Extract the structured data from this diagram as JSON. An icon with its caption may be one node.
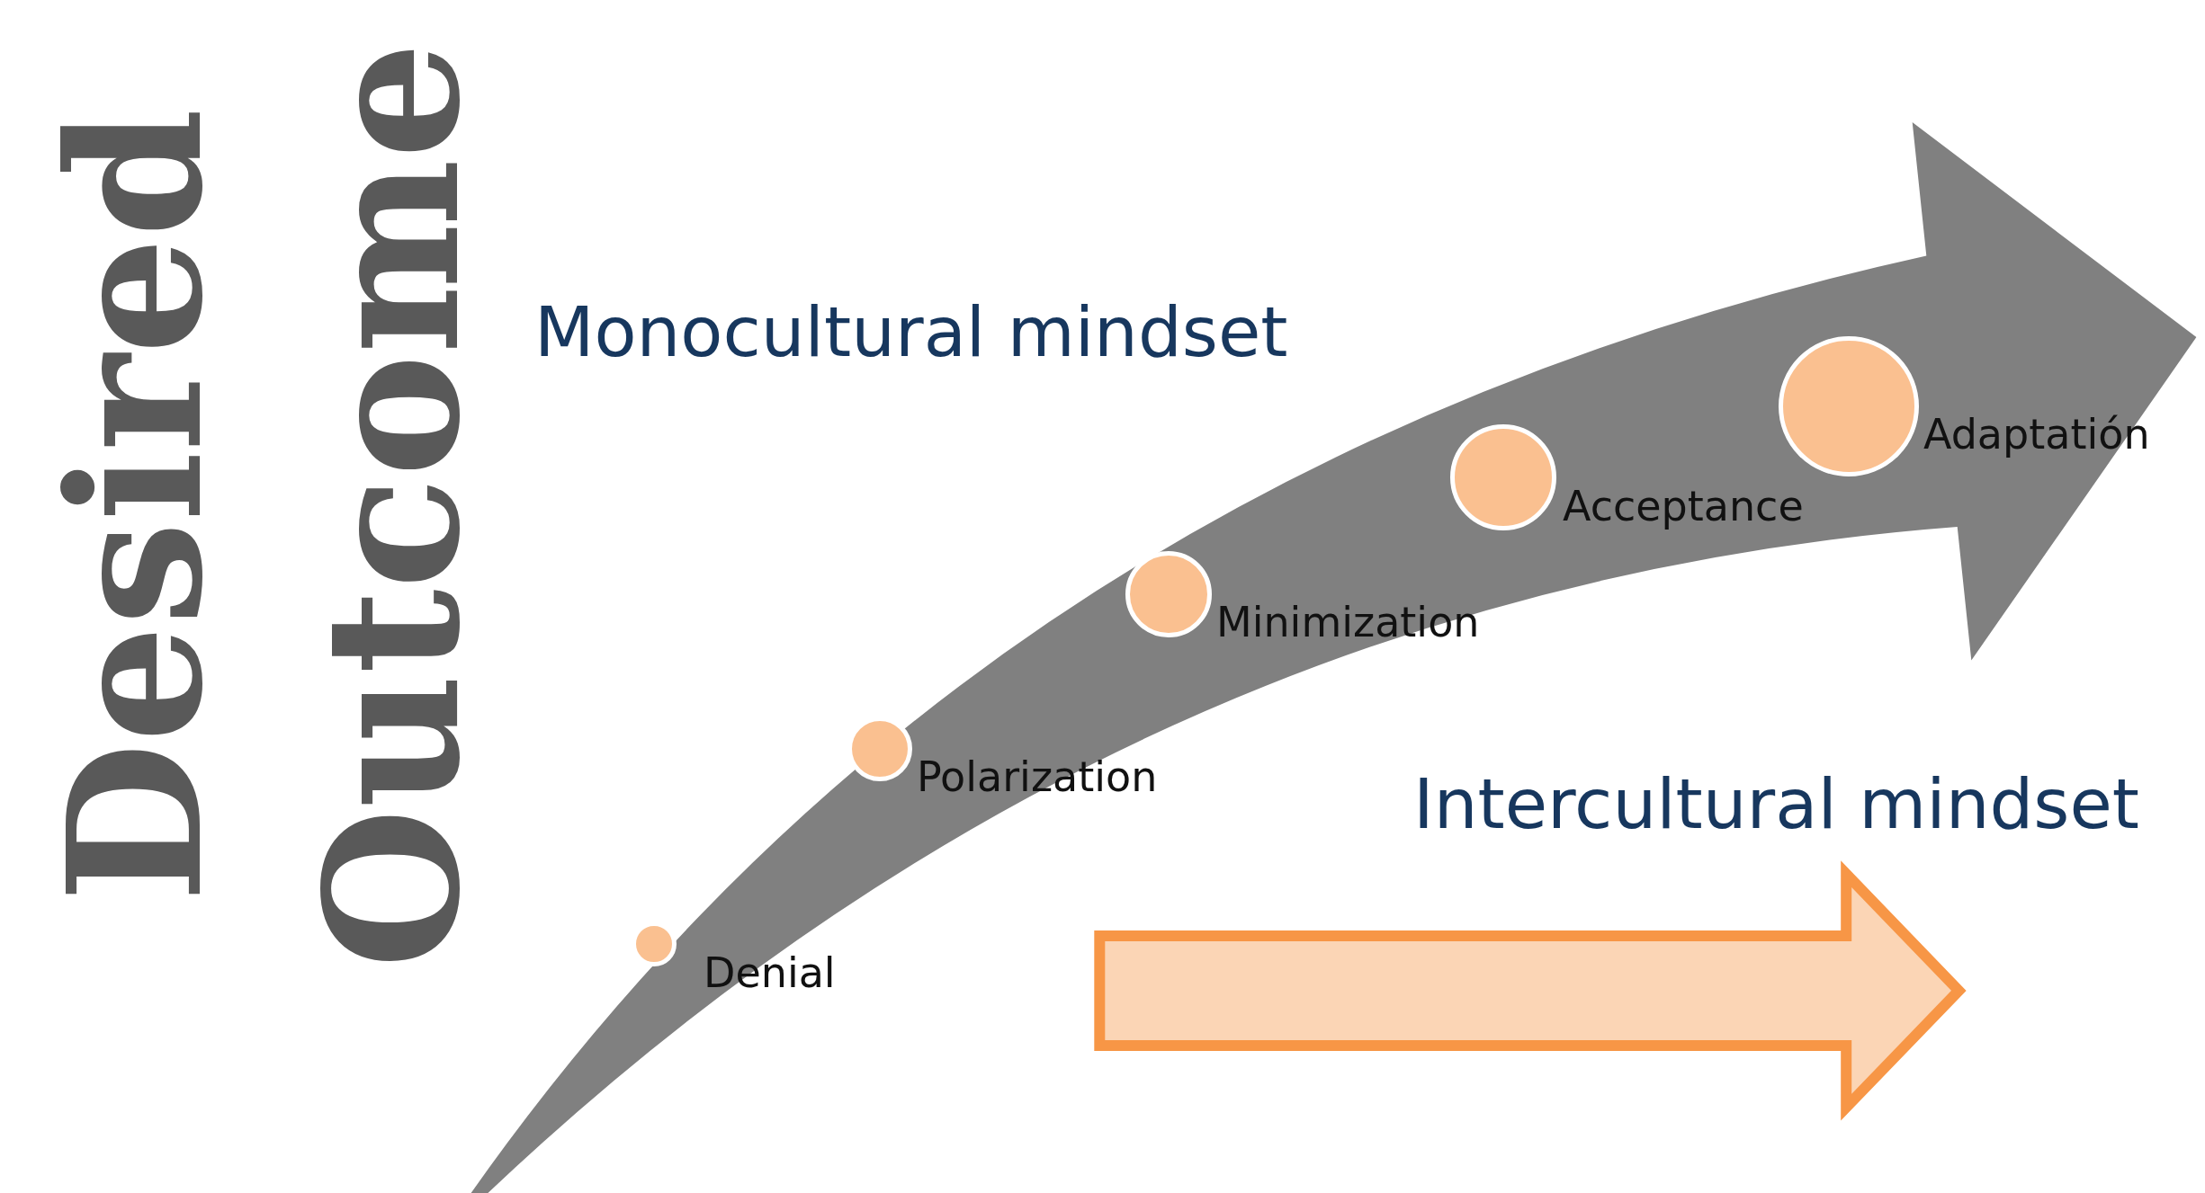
{
  "diagram": {
    "title": "Desired Outcome",
    "nodes": [
      {
        "text": [],
        "shape": "circle",
        "beside": [
          "Denial"
        ]
      },
      {
        "text": [],
        "shape": "circle",
        "beside": [
          "Polarization"
        ]
      },
      {
        "text": [],
        "shape": "circle",
        "beside": [
          "Minimization"
        ]
      },
      {
        "text": [],
        "shape": "circle",
        "beside": [
          "Acceptance"
        ]
      },
      {
        "text": [],
        "shape": "circle",
        "beside": [
          "Adaptatión"
        ]
      }
    ],
    "labels": [
      "Monocultural mindset",
      "Intercultural mindset"
    ]
  }
}
